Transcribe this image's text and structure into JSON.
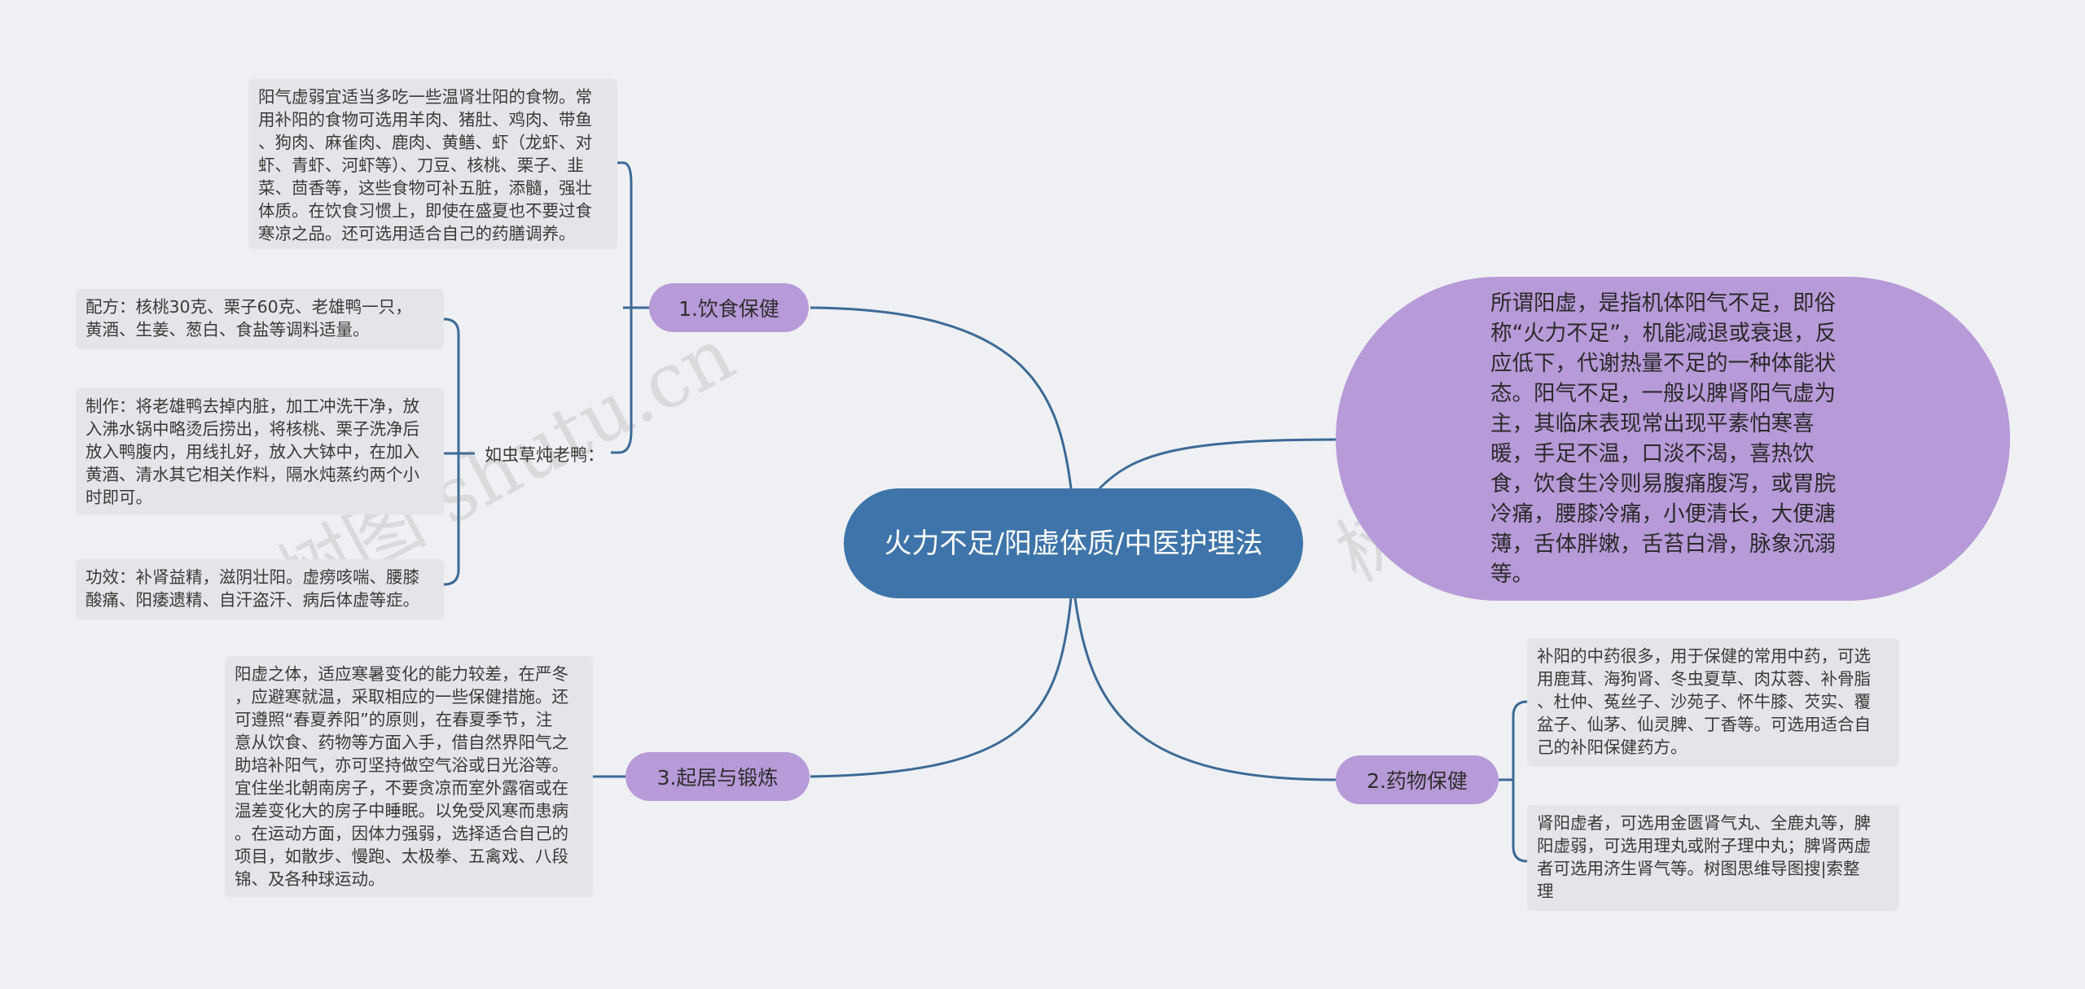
{
  "root": {
    "title": "火力不足/阳虚体质/中医护理法"
  },
  "intro": {
    "text": "所谓阳虚，是指机体阳气不足，即俗称“火力不足”，机能减退或衰退，反应低下，代谢热量不足的一种体能状态。阳气不足，一般以脾肾阳气虚为主，其临床表现常出现平素怕寒喜暖，手足不温，口淡不渴，喜热饮食，饮食生冷则易腹痛腹泻，或胃脘冷痛，腰膝冷痛，小便清长，大便溏薄，舌体胖嫩，舌苔白滑，脉象沉溺等。"
  },
  "branches": {
    "diet": {
      "label": "1.饮食保健",
      "note": "阳气虚弱宜适当多吃一些温肾壮阳的食物。常\n用补阳的食物可选用羊肉、猪肚、鸡肉、带鱼\n、狗肉、麻雀肉、鹿肉、黄鳝、虾（龙虾、对\n虾、青虾、河虾等）、刀豆、核桃、栗子、韭\n菜、茴香等，这些食物可补五脏，添髓，强壮\n体质。在饮食习惯上，即使在盛夏也不要过食\n寒凉之品。还可选用适合自己的药膳调养。",
      "recipe": {
        "label": "如虫草炖老鸭：",
        "formula": "配方：核桃30克、栗子60克、老雄鸭一只，\n黄酒、生姜、葱白、食盐等调料适量。",
        "method": "制作：将老雄鸭去掉内脏，加工冲洗干净，放\n入沸水锅中略烫后捞出，将核桃、栗子洗净后\n放入鸭腹内，用线扎好，放入大钵中，在加入\n黄酒、清水其它相关作料，隔水炖蒸约两个小\n时即可。",
        "effect": "功效：补肾益精，滋阴壮阳。虚痨咳喘、腰膝\n酸痛、阳痿遗精、自汗盗汗、病后体虚等症。"
      }
    },
    "medicine": {
      "label": "2.药物保健",
      "note1": "补阳的中药很多，用于保健的常用中药，可选\n用鹿茸、海狗肾、冬虫夏草、肉苁蓉、补骨脂\n、杜仲、菟丝子、沙苑子、怀牛膝、芡实、覆\n盆子、仙茅、仙灵脾、丁香等。可选用适合自\n己的补阳保健药方。",
      "note2": "肾阳虚者，可选用金匮肾气丸、全鹿丸等，脾\n阳虚弱，可选用理丸或附子理中丸；脾肾两虚\n者可选用济生肾气等。树图思维导图搜|索整\n理"
    },
    "exercise": {
      "label": "3.起居与锻炼",
      "note": "阳虚之体，适应寒暑变化的能力较差，在严冬\n，应避寒就温，采取相应的一些保健措施。还\n可遵照“春夏养阳”的原则，在春夏季节，注\n意从饮食、药物等方面入手，借自然界阳气之\n助培补阳气，亦可坚持做空气浴或日光浴等。\n宜住坐北朝南房子，不要贪凉而室外露宿或在\n温差变化大的房子中睡眠。以免受风寒而患病\n。在运动方面，因体力强弱，选择适合自己的\n项目，如散步、慢跑、太极拳、五禽戏、八段\n锦、及各种球运动。"
    }
  },
  "colors": {
    "root": "#3e74a9",
    "branch": "#b79ad8",
    "leaf": "#e4e5e9",
    "edge": "#3c6a95"
  }
}
